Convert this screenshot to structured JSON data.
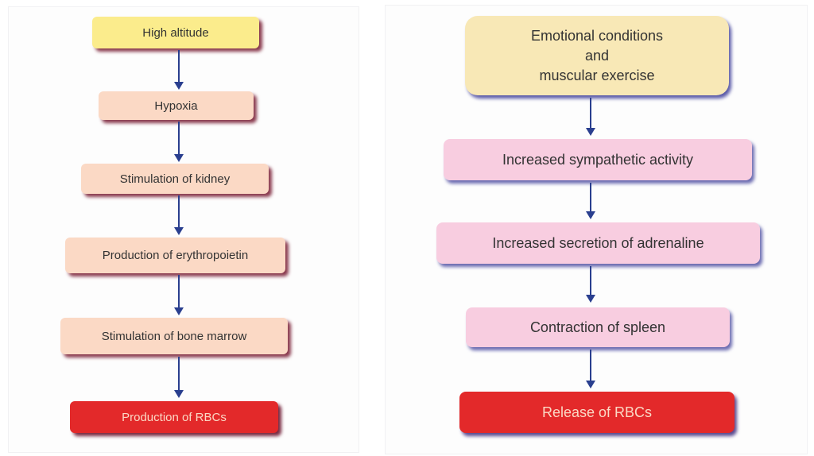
{
  "left_flowchart": {
    "steps": [
      {
        "label": "High altitude",
        "color": "#fbec8c"
      },
      {
        "label": "Hypoxia",
        "color": "#fbd9c5"
      },
      {
        "label": "Stimulation of kidney",
        "color": "#fbd9c5"
      },
      {
        "label": "Production of erythropoietin",
        "color": "#fbd9c5"
      },
      {
        "label": "Stimulation of bone marrow",
        "color": "#fbd9c5"
      },
      {
        "label": "Production of RBCs",
        "color": "#e3292a"
      }
    ]
  },
  "right_flowchart": {
    "steps": [
      {
        "label_lines": [
          "Emotional conditions",
          "and",
          "muscular exercise"
        ],
        "color": "#f8e8b6"
      },
      {
        "label": "Increased sympathetic activity",
        "color": "#f8cde0"
      },
      {
        "label": "Increased secretion of adrenaline",
        "color": "#f8cde0"
      },
      {
        "label": "Contraction of spleen",
        "color": "#f8cde0"
      },
      {
        "label": "Release of RBCs",
        "color": "#e3292a"
      }
    ]
  },
  "arrow_color": "#2a3f8f"
}
